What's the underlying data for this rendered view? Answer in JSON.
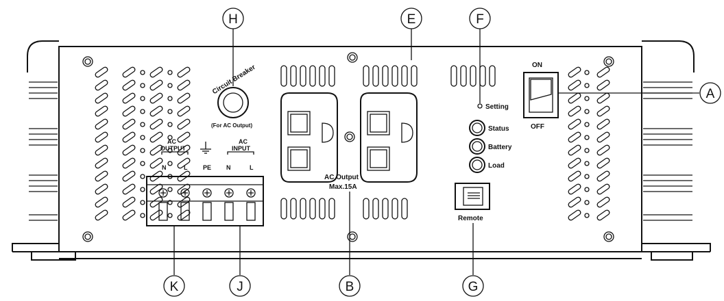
{
  "callouts": {
    "A": "A",
    "B": "B",
    "E": "E",
    "F": "F",
    "G": "G",
    "H": "H",
    "J": "J",
    "K": "K"
  },
  "labels": {
    "circuit_breaker": "Circuit Breaker",
    "for_ac_output": "(For AC Output)",
    "ac_output_terminal_top": "AC",
    "ac_output_terminal_bottom": "OUTPUT",
    "ac_input_top": "AC",
    "ac_input_bottom": "INPUT",
    "n_left": "N",
    "l_left": "L",
    "pe": "PE",
    "n_right": "N",
    "l_right": "L",
    "ac_output_outlet": "AC Output",
    "max_current": "Max.15A",
    "setting": "Setting",
    "status": "Status",
    "battery": "Battery",
    "load": "Load",
    "remote": "Remote",
    "on": "ON",
    "off": "OFF"
  }
}
